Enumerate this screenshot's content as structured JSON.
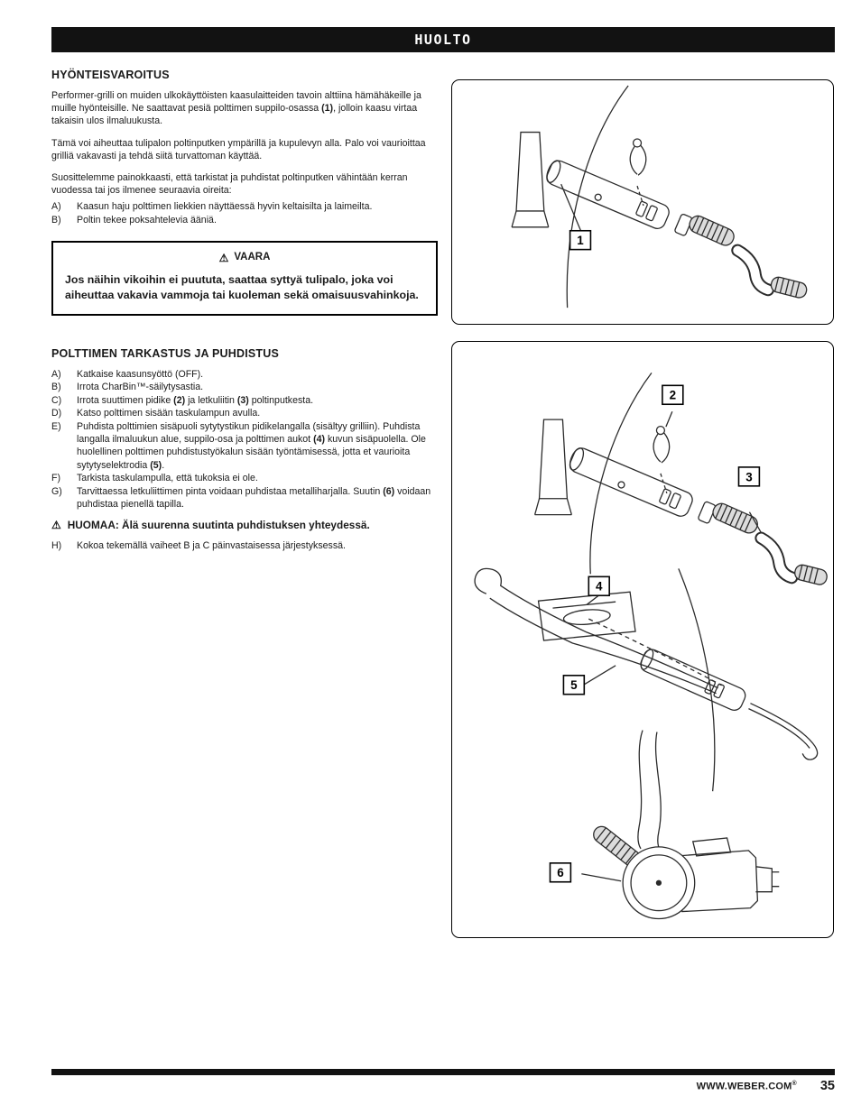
{
  "header": {
    "title": "HUOLTO"
  },
  "insect_warning": {
    "heading": "HYÖNTEISVAROITUS",
    "paragraphs": [
      {
        "segments": [
          {
            "text": "Performer-grilli on muiden ulkokäyttöisten kaasulaitteiden tavoin alttiina hämähäkeille ja muille hyönteisille. Ne saattavat pesiä polttimen suppilo-osassa "
          },
          {
            "text": "(1)",
            "bold": true
          },
          {
            "text": ", jolloin kaasu virtaa takaisin ulos ilmaluukusta."
          }
        ]
      },
      {
        "segments": [
          {
            "text": "Tämä voi aiheuttaa tulipalon poltinputken ympärillä ja kupulevyn alla. Palo voi vaurioittaa grilliä vakavasti ja tehdä siitä turvattoman käyttää."
          }
        ]
      },
      {
        "segments": [
          {
            "text": "Suosittelemme painokkaasti, että tarkistat ja puhdistat poltinputken vähintään kerran vuodessa tai jos ilmenee seuraavia oireita:"
          }
        ]
      }
    ],
    "symptoms": [
      {
        "label": "A)",
        "text": "Kaasun haju polttimen liekkien näyttäessä hyvin keltaisilta ja laimeilta."
      },
      {
        "label": "B)",
        "text": "Poltin tekee poksahtelevia ääniä."
      }
    ]
  },
  "danger_box": {
    "warning_icon": "⚠",
    "title": "VAARA",
    "text": "Jos näihin vikoihin ei puututa, saattaa syttyä tulipalo, joka voi aiheuttaa vakavia vammoja tai kuoleman sekä omaisuusvahinkoja."
  },
  "inspection": {
    "heading": "POLTTIMEN TARKASTUS JA PUHDISTUS",
    "steps": [
      {
        "label": "A)",
        "segments": [
          {
            "text": "Katkaise kaasunsyöttö (OFF)."
          }
        ]
      },
      {
        "label": "B)",
        "segments": [
          {
            "text": "Irrota CharBin™-säilytysastia."
          }
        ]
      },
      {
        "label": "C)",
        "segments": [
          {
            "text": "Irrota suuttimen pidike "
          },
          {
            "text": "(2)",
            "bold": true
          },
          {
            "text": " ja letkuliitin "
          },
          {
            "text": "(3)",
            "bold": true
          },
          {
            "text": " poltinputkesta."
          }
        ]
      },
      {
        "label": "D)",
        "segments": [
          {
            "text": "Katso polttimen sisään taskulampun avulla."
          }
        ]
      },
      {
        "label": "E)",
        "segments": [
          {
            "text": "Puhdista polttimien sisäpuoli sytytystikun pidikelangalla (sisältyy grilliin). Puhdista langalla ilmaluukun alue, suppilo-osa ja polttimen aukot "
          },
          {
            "text": "(4)",
            "bold": true
          },
          {
            "text": " kuvun sisäpuolella. Ole huolellinen polttimen puhdistustyökalun sisään työntämisessä, jotta et vaurioita sytytyselektrodia "
          },
          {
            "text": "(5)",
            "bold": true
          },
          {
            "text": "."
          }
        ]
      },
      {
        "label": "F)",
        "segments": [
          {
            "text": "Tarkista taskulampulla, että tukoksia ei ole."
          }
        ]
      },
      {
        "label": "G)",
        "segments": [
          {
            "text": "Tarvittaessa letkuliittimen pinta voidaan puhdistaa metalliharjalla. Suutin "
          },
          {
            "text": "(6)",
            "bold": true
          },
          {
            "text": " voidaan puhdistaa pienellä tapilla."
          }
        ]
      }
    ],
    "note": {
      "warning_icon": "⚠",
      "text": "HUOMAA: Älä suurenna suutinta puhdistuksen yhteydessä."
    },
    "final_step": {
      "label": "H)",
      "text": "Kokoa tekemällä vaiheet B ja C päinvastaisessa järjestyksessä."
    }
  },
  "figures": {
    "fig1_callouts": [
      "1"
    ],
    "fig2_callouts": [
      "2",
      "3",
      "4",
      "5",
      "6"
    ]
  },
  "footer": {
    "url": "WWW.WEBER.COM",
    "reg_mark": "®",
    "page_number": "35"
  }
}
